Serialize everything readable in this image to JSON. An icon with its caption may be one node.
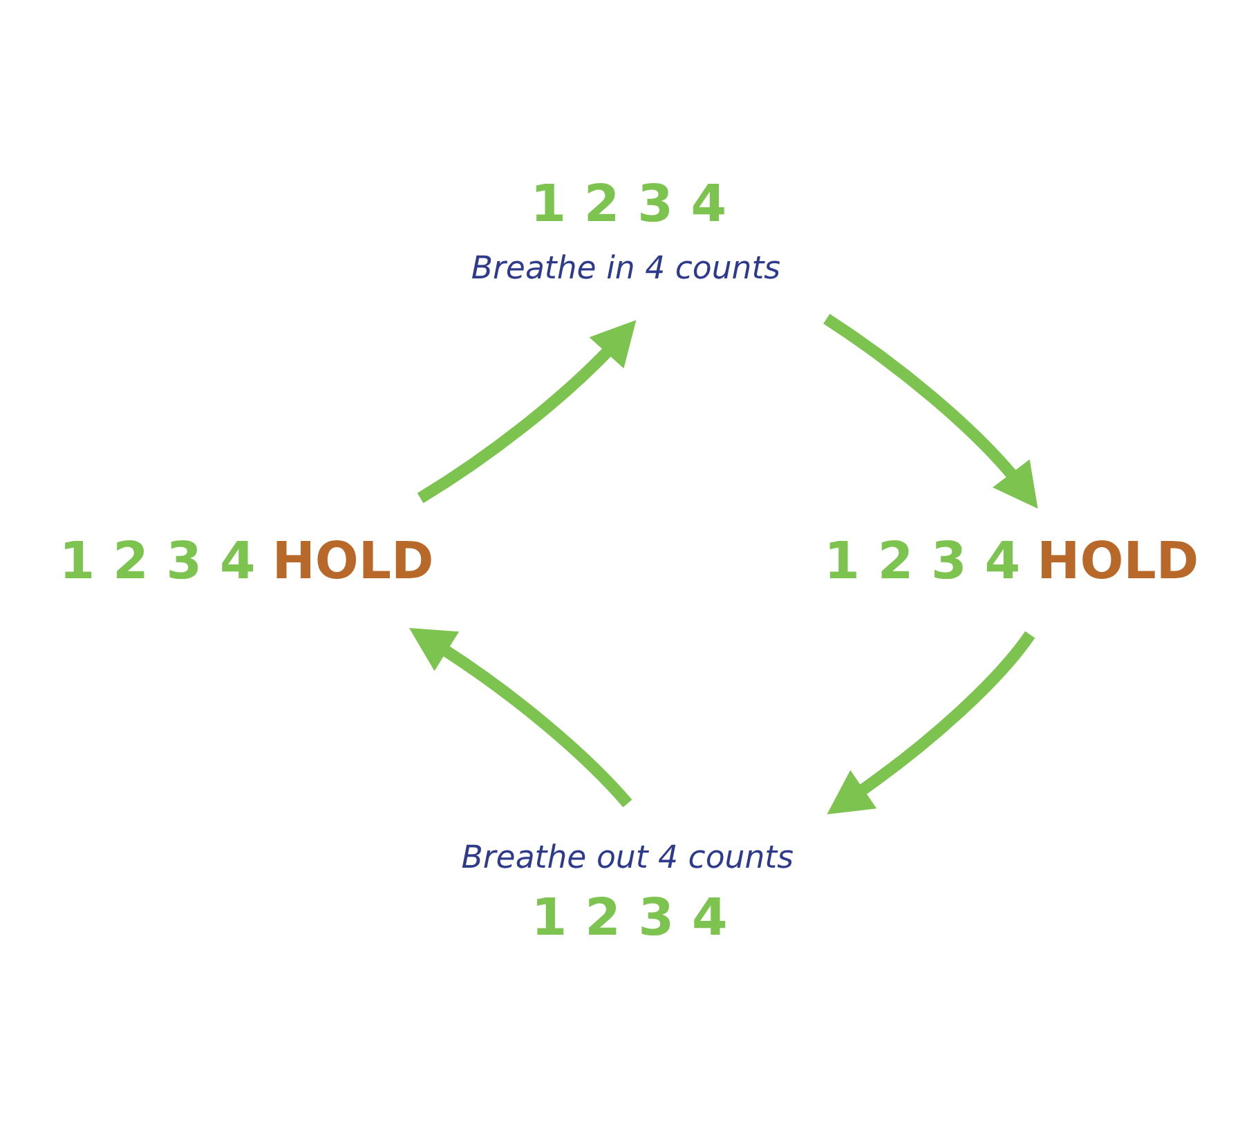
{
  "diagram": {
    "nodes": [
      {
        "text": [
          "1 2 3 4"
        ],
        "beside": [
          "Breathe in 4 counts"
        ]
      },
      {
        "text": [
          "1 2 3 4",
          "HOLD"
        ]
      },
      {
        "text": [
          "1 2 3 4",
          "HOLD"
        ]
      },
      {
        "text": [
          "1 2 3 4"
        ],
        "beside": [
          "Breathe out 4 counts"
        ]
      }
    ],
    "edges": [
      {
        "from": 1,
        "to": 0,
        "arrow": "to"
      },
      {
        "from": 0,
        "to": 2,
        "arrow": "to"
      },
      {
        "from": 2,
        "to": 3,
        "arrow": "to"
      },
      {
        "from": 3,
        "to": 1,
        "arrow": "to"
      }
    ]
  }
}
